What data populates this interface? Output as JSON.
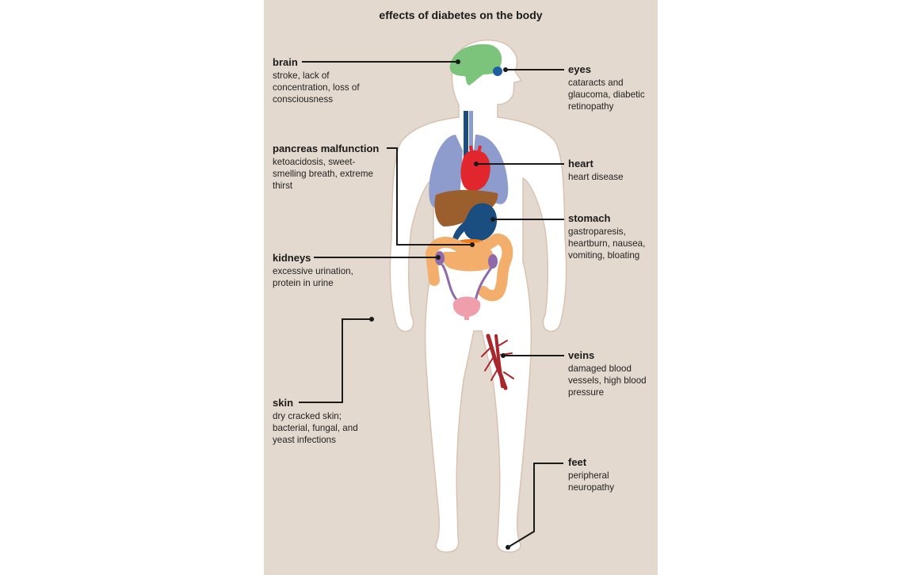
{
  "title": "effects of diabetes on the body",
  "colors": {
    "background": "#e4d9cf",
    "body": "#ffffff",
    "brain": "#7cc47c",
    "eye": "#1f5fa0",
    "lungs": "#8d9ccd",
    "heart": "#e2262e",
    "liver": "#9a5f2d",
    "stomach": "#1a4d80",
    "pancreas": "#ef7a1d",
    "intestines": "#f2ae6a",
    "kidneys": "#8e6aa9",
    "bladder": "#ef9fab",
    "veins": "#a8262c",
    "leader_lines": "#1a1a1a"
  },
  "labels": {
    "brain": {
      "name": "brain",
      "desc": [
        "stroke, lack of",
        "concentration, loss of",
        "consciousness"
      ]
    },
    "pancreas": {
      "name": "pancreas malfunction",
      "desc": [
        "ketoacidosis, sweet-",
        "smelling breath, extreme",
        "thirst"
      ]
    },
    "kidneys": {
      "name": "kidneys",
      "desc": [
        "excessive urination,",
        "protein in urine"
      ]
    },
    "skin": {
      "name": "skin",
      "desc": [
        "dry cracked skin;",
        "bacterial, fungal, and",
        "yeast infections"
      ]
    },
    "eyes": {
      "name": "eyes",
      "desc": [
        "cataracts and",
        "glaucoma, diabetic",
        "retinopathy"
      ]
    },
    "heart": {
      "name": "heart",
      "desc": [
        "heart disease"
      ]
    },
    "stomach": {
      "name": "stomach",
      "desc": [
        "gastroparesis,",
        "heartburn, nausea,",
        "vomiting, bloating"
      ]
    },
    "veins": {
      "name": "veins",
      "desc": [
        "damaged blood",
        "vessels, high blood",
        "pressure"
      ]
    },
    "feet": {
      "name": "feet",
      "desc": [
        "peripheral",
        "neuropathy"
      ]
    }
  }
}
